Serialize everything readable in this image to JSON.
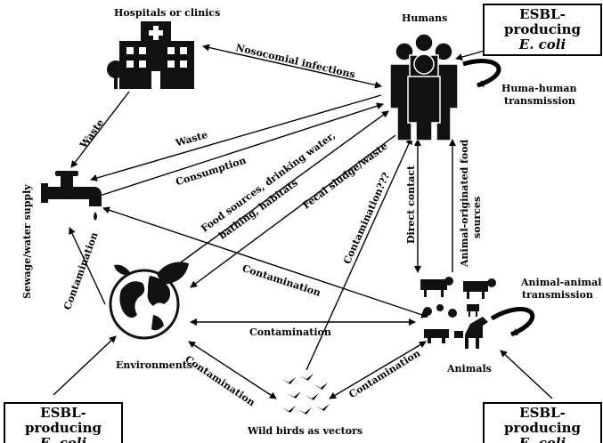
{
  "nodes": {
    "hospitals": "Hospitals or clinics",
    "humans": "Humans",
    "sewage": "Sewage/water supply",
    "environments": "Environments",
    "wild_birds": "Wild birds as vectors",
    "animals": "Animals"
  },
  "esbl_boxes": [
    {
      "line1": "ESBL-producing",
      "line2": "E. coli"
    },
    {
      "line1": "ESBL-producing",
      "line2": "E. coli"
    },
    {
      "line1": "ESBL-producing",
      "line2": "E. coli"
    }
  ],
  "edge_labels": {
    "nosocomial": "Nosocomial infections",
    "human_human_1": "Huma-human",
    "human_human_2": "transmission",
    "waste_hospital": "Waste",
    "waste_human": "Waste",
    "consumption": "Consumption",
    "food_sources_1": "Food sources, drinking water,",
    "food_sources_2": "bathing, habitats",
    "fecal": "Fecal sludge/waste",
    "contamination_q": "Contamination???",
    "direct_contact": "Direct contact",
    "animal_food_1": "Animal-originated food",
    "animal_food_2": "sources",
    "animal_animal_1": "Animal-animal",
    "animal_animal_2": "transmission",
    "contamination_env_sewage": "Contamination",
    "contamination_sewage_animals": "Contamination",
    "contamination_env_animals": "Contamination",
    "contamination_env_birds": "Contamination",
    "contamination_birds_animals": "Contamination"
  }
}
